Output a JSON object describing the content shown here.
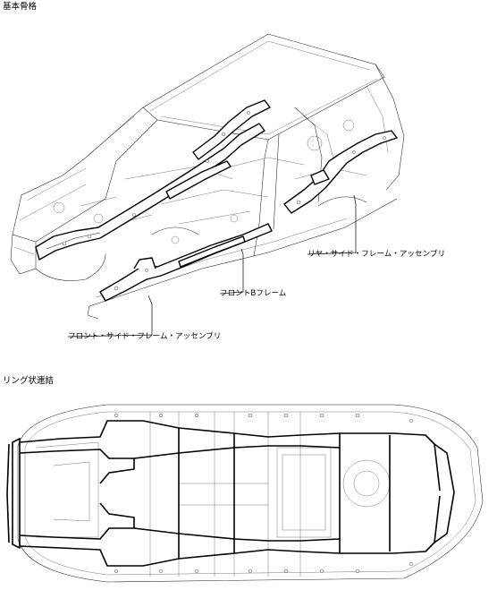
{
  "sections": {
    "basic": {
      "title": "基本骨格"
    },
    "ring": {
      "title": "リング状連結"
    }
  },
  "callouts": {
    "rear_side_frame": "リヤ・サイド・フレーム・アッセンブリ",
    "front_b_frame": "フロントBフレーム",
    "front_side_frame": "フロント・サイド・フレーム・アッセンブリ"
  }
}
